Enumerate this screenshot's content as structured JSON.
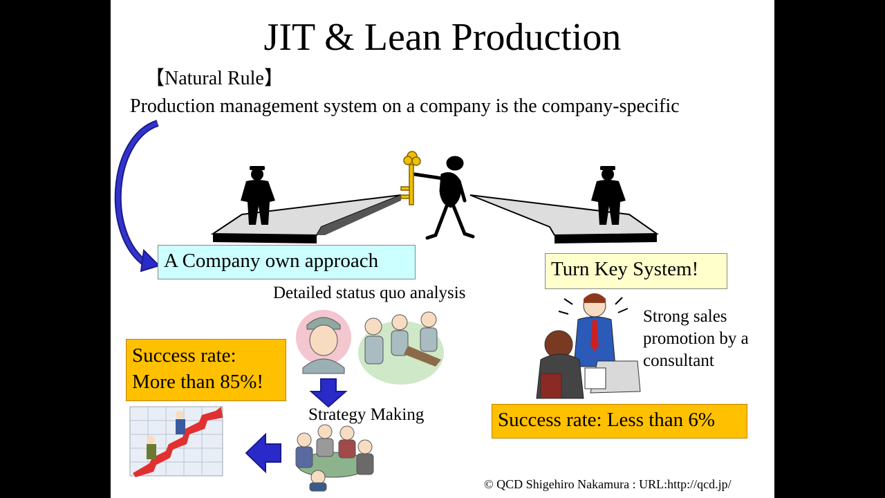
{
  "title": "JIT & Lean Production",
  "natural_rule": {
    "heading": "【Natural Rule】",
    "statement": "Production management system on a company is the company-specific"
  },
  "left_path": {
    "label": "A Company own approach",
    "analysis_label": "Detailed status quo analysis",
    "strategy_label": "Strategy Making",
    "success_rate": "Success rate: More than 85%!"
  },
  "right_path": {
    "label": "Turn Key System!",
    "promotion_text": "Strong sales promotion by a consultant",
    "success_rate": "Success rate: Less than 6%"
  },
  "copyright": "©   QCD Shigehiro Nakamura   : URL:http://qcd.jp/",
  "colors": {
    "teal_box": "#ccffff",
    "yellow_box": "#ffffcc",
    "orange_box": "#ffc000",
    "blue_arrow": "#2a2ac8"
  },
  "icons": [
    "curved-arrow-icon",
    "guard-figure-icon",
    "key-holder-figure-icon",
    "key-icon",
    "down-arrow-icon",
    "left-arrow-icon",
    "growth-chart-icon"
  ]
}
